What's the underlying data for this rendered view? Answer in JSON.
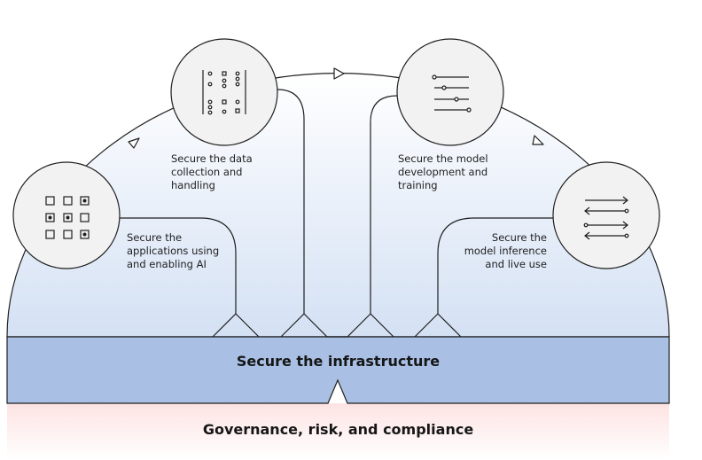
{
  "labels": {
    "applications": "Secure the\napplications using\nand enabling AI",
    "data": "Secure the data\ncollection and\nhandling",
    "model": "Secure the model\ndevelopment and\ntraining",
    "inference": "Secure the\nmodel inference\nand live use"
  },
  "bands": {
    "infrastructure": "Secure the infrastructure",
    "governance": "Governance, risk, and compliance"
  },
  "icons": {
    "applications": "app-grid-icon",
    "data": "data-columns-icon",
    "model": "model-sliders-icon",
    "inference": "inference-arrows-icon"
  },
  "colors": {
    "infra_band": "#a9c0e4",
    "dome_top": "#ffffff",
    "dome_bottom": "#d4e1f4",
    "governance_band": "#fde8e8",
    "circle_fill": "#f2f2f2"
  }
}
